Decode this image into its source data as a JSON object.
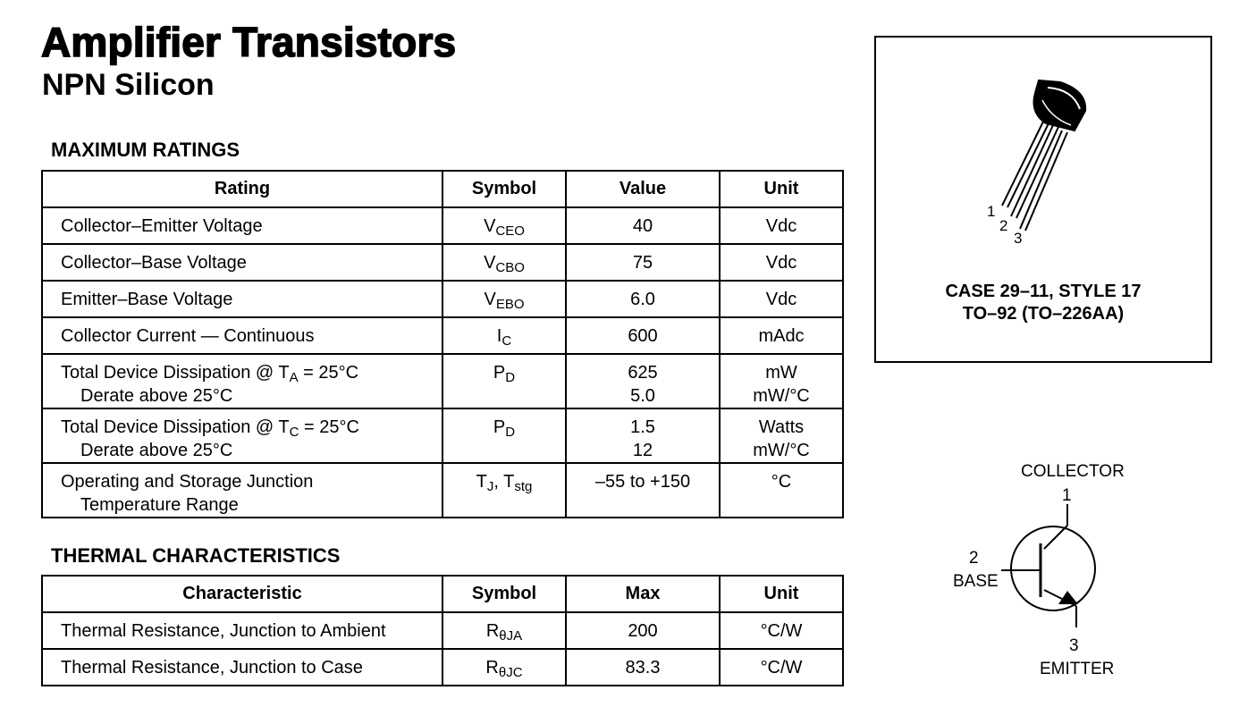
{
  "header": {
    "title": "Amplifier Transistors",
    "subtitle": "NPN Silicon"
  },
  "max_ratings": {
    "heading": "MAXIMUM RATINGS",
    "columns": [
      "Rating",
      "Symbol",
      "Value",
      "Unit"
    ],
    "rows": [
      {
        "rating": [
          "Collector–Emitter Voltage"
        ],
        "sym": "V",
        "sub": "CEO",
        "sym_tail": "",
        "sub2": "",
        "value": [
          "40"
        ],
        "unit": [
          "Vdc"
        ]
      },
      {
        "rating": [
          "Collector–Base Voltage"
        ],
        "sym": "V",
        "sub": "CBO",
        "sym_tail": "",
        "sub2": "",
        "value": [
          "75"
        ],
        "unit": [
          "Vdc"
        ]
      },
      {
        "rating": [
          "Emitter–Base Voltage"
        ],
        "sym": "V",
        "sub": "EBO",
        "sym_tail": "",
        "sub2": "",
        "value": [
          "6.0"
        ],
        "unit": [
          "Vdc"
        ]
      },
      {
        "rating": [
          "Collector Current — Continuous"
        ],
        "sym": "I",
        "sub": "C",
        "sym_tail": "",
        "sub2": "",
        "value": [
          "600"
        ],
        "unit": [
          "mAdc"
        ]
      },
      {
        "rating_parts": [
          "Total Device Dissipation @ T",
          "A",
          " = 25°C"
        ],
        "rating2": "Derate above 25°C",
        "sym": "P",
        "sub": "D",
        "sym_tail": "",
        "sub2": "",
        "value": [
          "625",
          "5.0"
        ],
        "unit": [
          "mW",
          "mW/°C"
        ]
      },
      {
        "rating_parts": [
          "Total Device Dissipation @ T",
          "C",
          " = 25°C"
        ],
        "rating2": "Derate above 25°C",
        "sym": "P",
        "sub": "D",
        "sym_tail": "",
        "sub2": "",
        "value": [
          "1.5",
          "12"
        ],
        "unit": [
          "Watts",
          "mW/°C"
        ]
      },
      {
        "rating_text": "Operating and Storage Junction",
        "rating2": "Temperature Range",
        "sym": "T",
        "sub": "J",
        "sym_tail": ", T",
        "sub2": "stg",
        "value": [
          "–55 to +150"
        ],
        "unit": [
          "°C"
        ]
      }
    ]
  },
  "thermal": {
    "heading": "THERMAL CHARACTERISTICS",
    "columns": [
      "Characteristic",
      "Symbol",
      "Max",
      "Unit"
    ],
    "rows": [
      {
        "characteristic": "Thermal Resistance, Junction to Ambient",
        "sym": "R",
        "sub": "θJA",
        "max": "200",
        "unit": "°C/W"
      },
      {
        "characteristic": "Thermal Resistance, Junction to Case",
        "sym": "R",
        "sub": "θJC",
        "max": "83.3",
        "unit": "°C/W"
      }
    ]
  },
  "package": {
    "pins": [
      "1",
      "2",
      "3"
    ],
    "case_line1": "CASE 29–11, STYLE 17",
    "case_line2": "TO–92 (TO–226AA)"
  },
  "schematic": {
    "collector_pin": "1",
    "collector_label": "COLLECTOR",
    "base_pin": "2",
    "base_label": "BASE",
    "emitter_pin": "3",
    "emitter_label": "EMITTER"
  }
}
